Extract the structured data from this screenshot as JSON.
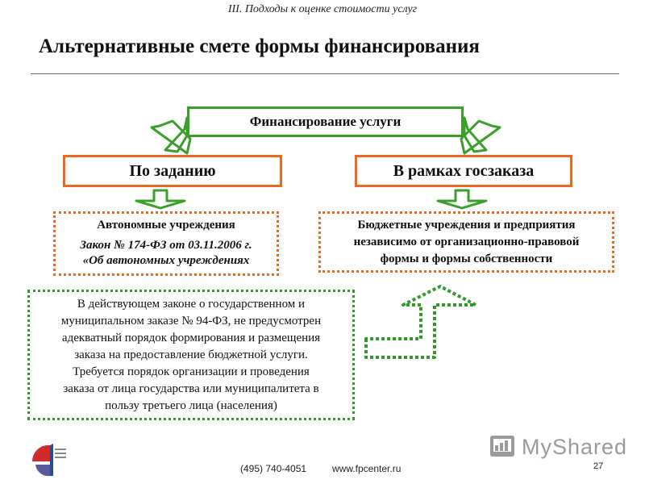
{
  "header": {
    "section": "III. Подходы к оценке стоимости услуг",
    "title": "Альтернативные смете формы финансирования"
  },
  "diagram": {
    "root": "Финансирование услуги",
    "left": "По заданию",
    "right": "В рамках госзаказа",
    "autonomous": {
      "line1": "Автономные учреждения",
      "line2": "Закон № 174-ФЗ от 03.11.2006 г.",
      "line3": "«Об автономных учреждениях"
    },
    "budget": {
      "line1": "Бюджетные учреждения и предприятия",
      "line2": "независимо от организационно-правовой",
      "line3": "формы и формы собственности"
    },
    "law": [
      "В действующем законе о государственном и",
      "муниципальном заказе № 94-ФЗ, не предусмотрен",
      "адекватный порядок формирования и размещения",
      "заказа на предоставление бюджетной услуги.",
      "Требуется порядок организации и проведения",
      "заказа от лица государства или муниципалитета в",
      "пользу третьего лица (населения)"
    ]
  },
  "footer": {
    "phone": "(495) 740-4051",
    "website": "www.fpcenter.ru",
    "page_number": "27",
    "watermark": "MyShared"
  },
  "colors": {
    "green": "#3aa02a",
    "orange": "#e8691f"
  }
}
